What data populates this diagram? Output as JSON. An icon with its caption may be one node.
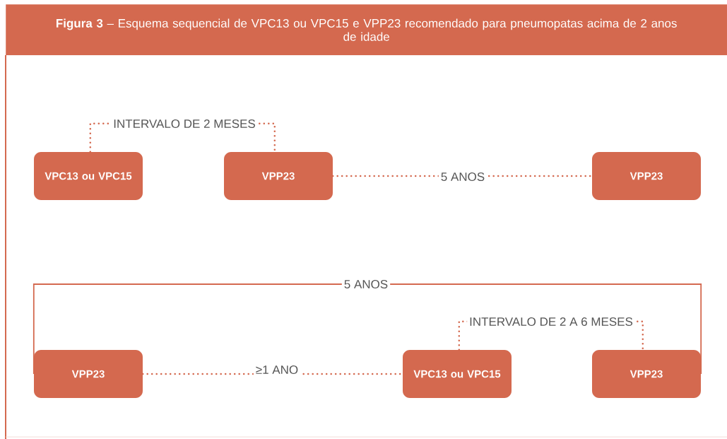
{
  "diagram": {
    "title": "**Figura 3** – Esquema sequencial de VPC13 ou VPC15 e VPP23 recomendado para pneumopatas acima de 2 anos de idade",
    "nodes": [
      {
        "text": [
          "VPC13 ou VPC15"
        ]
      },
      {
        "text": [
          "VPP23"
        ]
      },
      {
        "text": [
          "VPP23"
        ]
      },
      {
        "text": [
          "VPP23"
        ]
      },
      {
        "text": [
          "VPC13 ou VPC15"
        ]
      },
      {
        "text": [
          "VPP23"
        ]
      }
    ],
    "edges": [
      {
        "from": 0,
        "to": 1,
        "arrow": "none",
        "style": "dashed",
        "label": "INTERVALO DE 2 MESES"
      },
      {
        "from": 1,
        "to": 2,
        "arrow": "none",
        "style": "dashed",
        "label": "5 ANOS"
      },
      {
        "from": 3,
        "to": 5,
        "arrow": "none",
        "label": "5 ANOS"
      },
      {
        "from": 3,
        "to": 4,
        "arrow": "none",
        "style": "dashed",
        "label": "≥1 ANO"
      },
      {
        "from": 4,
        "to": 5,
        "arrow": "none",
        "style": "dashed",
        "label": "INTERVALO DE 2 A 6 MESES"
      }
    ]
  }
}
